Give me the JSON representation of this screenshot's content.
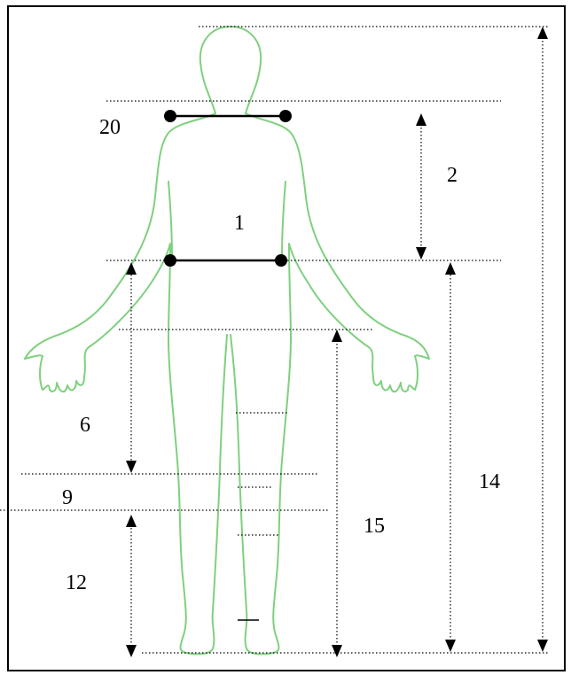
{
  "labels": {
    "shoulder_width": "20",
    "waist_width": "1",
    "shoulder_to_waist": "2",
    "waist_to_knee": "6",
    "knee_section": "9",
    "lower_leg": "12",
    "waist_to_floor": "14",
    "crotch_to_floor": "15"
  },
  "colors": {
    "outline": "#7fd07f",
    "lines": "#000000"
  }
}
